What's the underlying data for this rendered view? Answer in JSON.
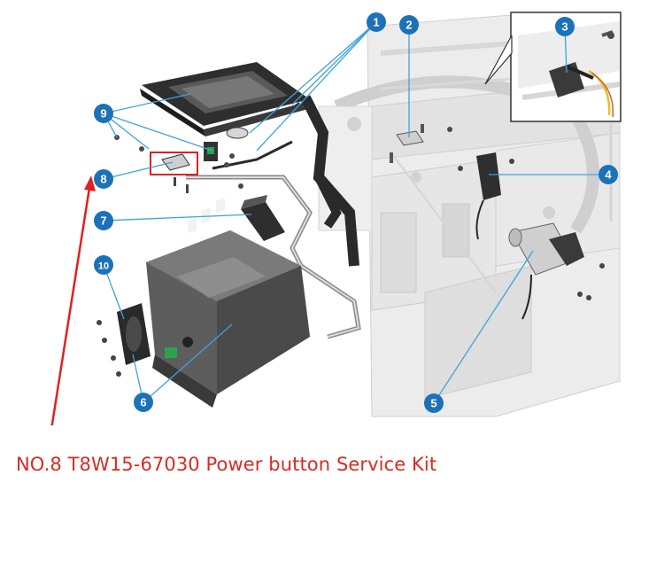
{
  "callouts": [
    {
      "label": "1"
    },
    {
      "label": "2"
    },
    {
      "label": "3"
    },
    {
      "label": "4"
    },
    {
      "label": "5"
    },
    {
      "label": "6"
    },
    {
      "label": "7"
    },
    {
      "label": "8"
    },
    {
      "label": "9"
    },
    {
      "label": "10"
    }
  ],
  "caption": "NO.8  T8W15-67030 Power button Service Kit",
  "colors": {
    "callout": "#1c72b8",
    "leader": "#3fa3dc",
    "highlight": "#e02020",
    "caption": "#d92b22",
    "faded_frame": "#d3d3d3",
    "part_dark": "#2e2e2e"
  }
}
